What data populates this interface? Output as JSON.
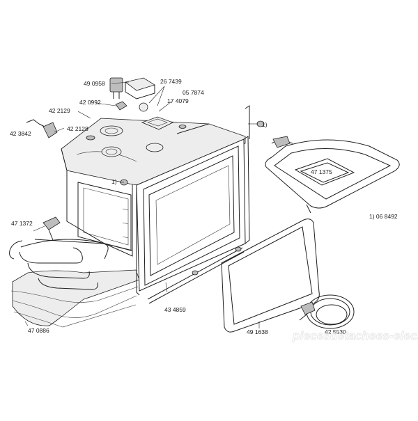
{
  "labels": {
    "p490958": "49 0958",
    "p267439": "26 7439",
    "p420992": "42 0992",
    "p057874": "05 7874",
    "p174079": "17 4079",
    "p422129": "42 2129",
    "p423842": "42 3842",
    "p422128": "42 2128",
    "note1_right": "1)",
    "note1_left": "1)",
    "p471375": "47 1375",
    "p068492": "1) 06 8492",
    "p471372": "47 1372",
    "p434859": "43 4859",
    "p491638": "49 1638",
    "p470886": "47 0886",
    "p_ring": "42 5530"
  },
  "watermark": "piecesdetachees-elec.com",
  "colors": {
    "line": "#1f1f1f",
    "fill": "#ededed",
    "watermark": "#e7e7e7"
  }
}
